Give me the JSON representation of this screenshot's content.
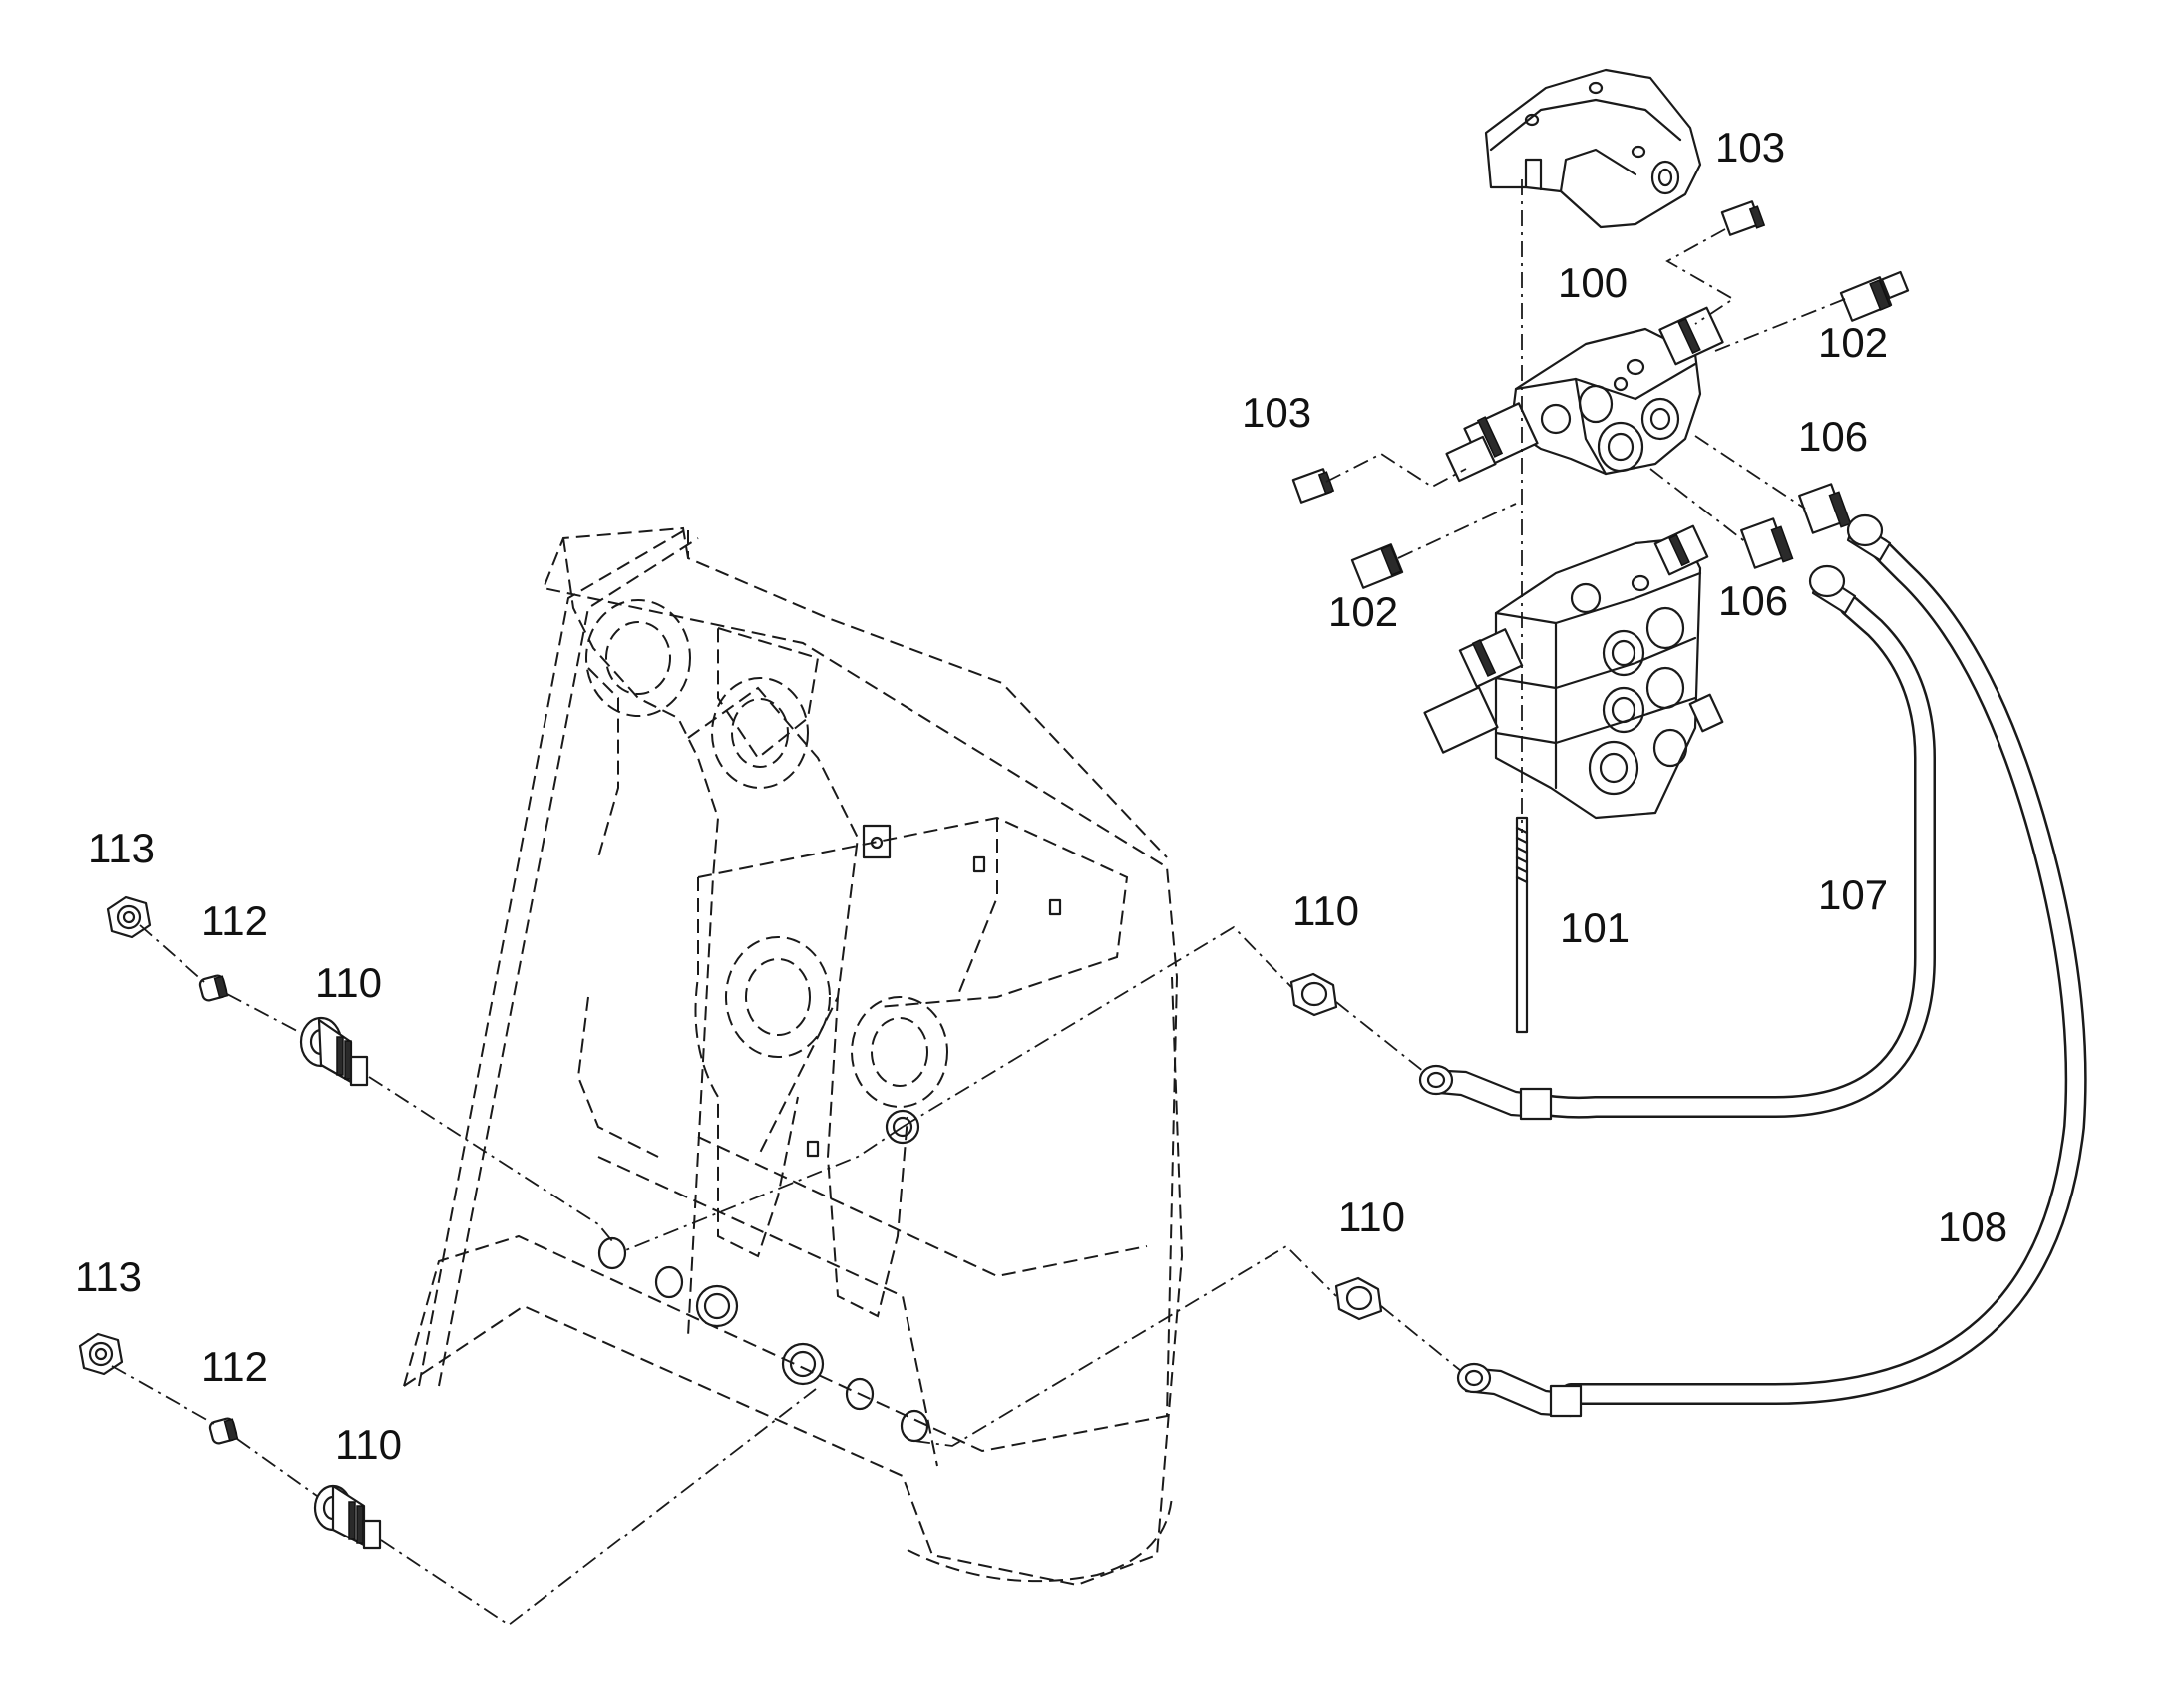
{
  "callouts": {
    "c103_top": "103",
    "c100": "100",
    "c102_right": "102",
    "c103_left": "103",
    "c106_upper": "106",
    "c102_left": "102",
    "c106_lower": "106",
    "c107": "107",
    "c101": "101",
    "c110_upper": "110",
    "c108": "108",
    "c110_lower": "110",
    "c113_upper": "113",
    "c112_upper": "112",
    "c110_left_upper": "110",
    "c113_lower": "113",
    "c112_lower": "112",
    "c110_left_lower": "110"
  }
}
